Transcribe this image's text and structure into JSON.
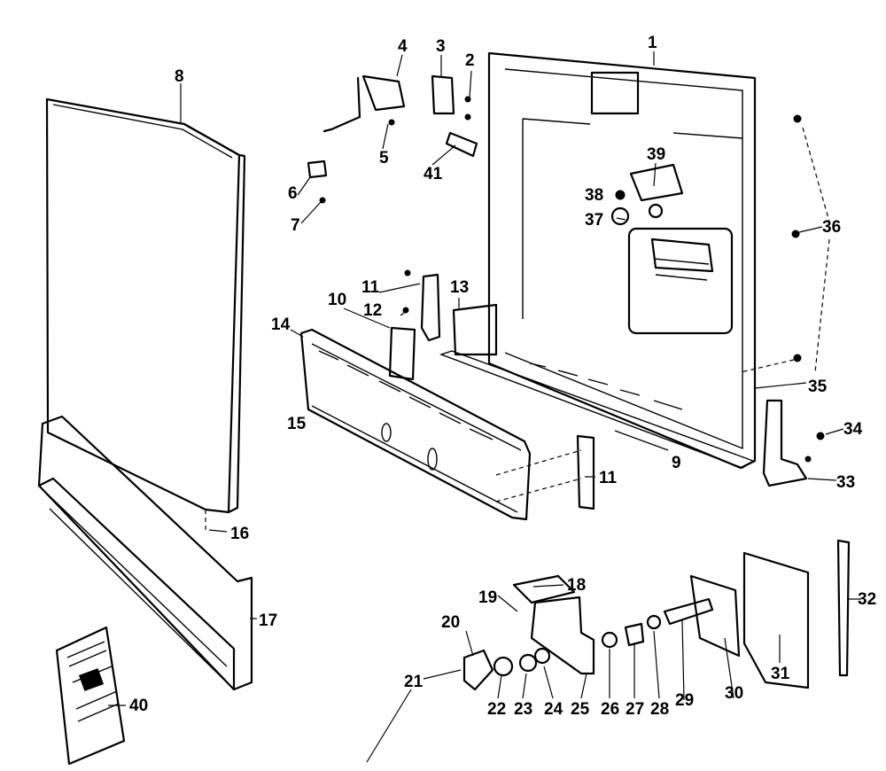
{
  "callouts": [
    {
      "id": "c1",
      "text": "1"
    },
    {
      "id": "c2",
      "text": "2"
    },
    {
      "id": "c3",
      "text": "3"
    },
    {
      "id": "c4",
      "text": "4"
    },
    {
      "id": "c5",
      "text": "5"
    },
    {
      "id": "c6",
      "text": "6"
    },
    {
      "id": "c7",
      "text": "7"
    },
    {
      "id": "c8",
      "text": "8"
    },
    {
      "id": "c9",
      "text": "9"
    },
    {
      "id": "c10",
      "text": "10"
    },
    {
      "id": "c11a",
      "text": "11"
    },
    {
      "id": "c11b",
      "text": "11"
    },
    {
      "id": "c12",
      "text": "12"
    },
    {
      "id": "c13",
      "text": "13"
    },
    {
      "id": "c14",
      "text": "14"
    },
    {
      "id": "c15",
      "text": "15"
    },
    {
      "id": "c16",
      "text": "16"
    },
    {
      "id": "c17",
      "text": "17"
    },
    {
      "id": "c18",
      "text": "18"
    },
    {
      "id": "c19",
      "text": "19"
    },
    {
      "id": "c20",
      "text": "20"
    },
    {
      "id": "c21",
      "text": "21"
    },
    {
      "id": "c22",
      "text": "22"
    },
    {
      "id": "c23",
      "text": "23"
    },
    {
      "id": "c24",
      "text": "24"
    },
    {
      "id": "c25",
      "text": "25"
    },
    {
      "id": "c26",
      "text": "26"
    },
    {
      "id": "c27",
      "text": "27"
    },
    {
      "id": "c28",
      "text": "28"
    },
    {
      "id": "c29",
      "text": "29"
    },
    {
      "id": "c30",
      "text": "30"
    },
    {
      "id": "c31",
      "text": "31"
    },
    {
      "id": "c32",
      "text": "32"
    },
    {
      "id": "c33",
      "text": "33"
    },
    {
      "id": "c34",
      "text": "34"
    },
    {
      "id": "c35",
      "text": "35"
    },
    {
      "id": "c36",
      "text": "36"
    },
    {
      "id": "c37",
      "text": "37"
    },
    {
      "id": "c38",
      "text": "38"
    },
    {
      "id": "c39",
      "text": "39"
    },
    {
      "id": "c40",
      "text": "40"
    },
    {
      "id": "c41",
      "text": "41"
    }
  ]
}
